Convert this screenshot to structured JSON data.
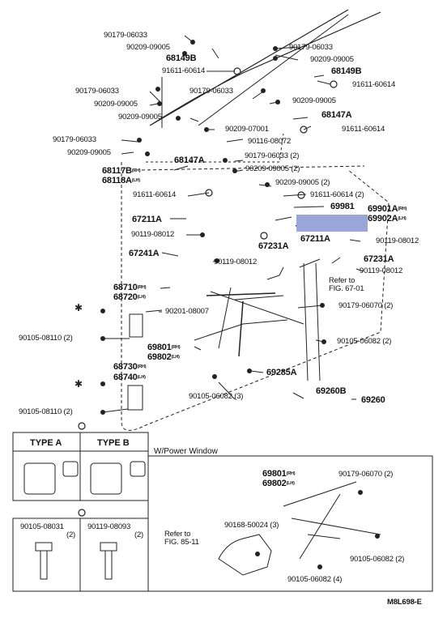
{
  "diagram": {
    "code": "M8L698-E",
    "sections": {
      "type_a": "TYPE  A",
      "type_b": "TYPE  B",
      "power_window": "W/Power Window",
      "asterisk": "※"
    },
    "labels": {
      "p90179_06033_a": "90179-06033",
      "p90209_09005_a": "90209-09005",
      "p68149b_a": "68149B",
      "p91611_60614_a": "91611-60614",
      "p90179_06033_b": "90179-06033",
      "p90209_09005_b": "90209-09005",
      "p68149b_b": "68149B",
      "p91611_60614_b": "91611-60614",
      "p90179_06033_c": "90179-06033",
      "p90209_09005_c": "90209-09005",
      "p90179_06033_d": "90179-06033",
      "p90209_09005_d": "90209-09005",
      "p90209_09005_e": "90209-09005",
      "p68147a_a": "68147A",
      "p91611_60614_c": "91611-60614",
      "p90209_07001": "90209-07001",
      "p90179_06033_e": "90179-06033",
      "p90116_08072": "90116-08072",
      "p90209_09005_f": "90209-09005",
      "p90179_06033_f": "90179-06033 (2)",
      "p90209_09005_g": "90209-09005 (2)",
      "p68117b": "68117B",
      "p68117b_sub": "(RH)",
      "p68118a": "68118A",
      "p68118a_sub": "(LH)",
      "p68147a_b": "68147A",
      "p90209_09005_h": "90209-09005 (2)",
      "p91611_60614_d": "91611-60614",
      "p91611_60614_e": "91611-60614 (2)",
      "p69981": "69981",
      "p69901a": "69901A",
      "p69901a_sub": "(RH)",
      "p69902a": "69902A",
      "p69902a_sub": "(LH)",
      "p67211a_a": "67211A",
      "p90119_08012_a": "90119-08012",
      "p67231a_a": "67231A",
      "p67211a_b": "67211A",
      "p90119_08012_b": "90119-08012",
      "p67241a": "67241A",
      "p90119_08012_c": "90119-08012",
      "p67231a_b": "67231A",
      "p90119_08012_d": "90119-08012",
      "refer_67": "Refer to",
      "refer_67_fig": "FIG. 67-01",
      "p68710": "68710",
      "p68710_sub": "(RH)",
      "p68720": "68720",
      "p68720_sub": "(LH)",
      "p90201_08007": "90201-08007",
      "p90179_06070_a": "90179-06070 (2)",
      "p90105_08110_a": "90105-08110 (2)",
      "p69801_a": "69801",
      "p69801_a_sub": "(RH)",
      "p69802_a": "69802",
      "p69802_a_sub": "(LH)",
      "p90105_06082_a": "90105-06082 (2)",
      "p68730": "68730",
      "p68730_sub": "(RH)",
      "p68740": "68740",
      "p68740_sub": "(LH)",
      "p69285a": "69285A",
      "p90105_06082_b": "90105-06082 (3)",
      "p69260b": "69260B",
      "p69260": "69260",
      "p90105_08110_b": "90105-08110 (2)",
      "p69801_b": "69801",
      "p69801_b_sub": "(RH)",
      "p69802_b": "69802",
      "p69802_b_sub": "(LH)",
      "p90179_06070_b": "90179-06070 (2)",
      "refer_85": "Refer to",
      "refer_85_fig": "FIG. 85-11",
      "p90168_50024": "90168-50024 (3)",
      "p90105_06082_c": "90105-06082 (2)",
      "p90105_06082_d": "90105-06082 (4)",
      "p90105_08031": "90105-08031",
      "p90105_08031_q": "(2)",
      "p90119_08093": "90119-08093",
      "p90119_08093_q": "(2)"
    },
    "highlight_color": "#9aa6d8"
  }
}
